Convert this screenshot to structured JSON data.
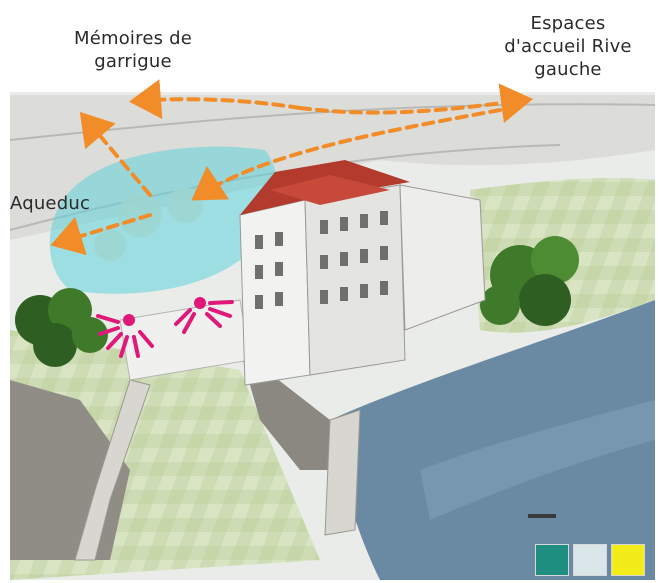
{
  "labels": {
    "memoires_line1": "Mémoires de",
    "memoires_line2": "garrigue",
    "espaces_line1": "Espaces",
    "espaces_line2": "d'accueil Rive",
    "espaces_line3": "gauche",
    "aqueduc": "Aqueduc"
  },
  "colors": {
    "arrow": "#f28c28",
    "focus_zone": "#5fd3dc",
    "viewpoint": "#e0187a",
    "roof": "#b23b2e",
    "river": "#5f7e97",
    "vegetation": "#3f7a2a"
  },
  "icons": {
    "badge_1": "accessibility-badge-icon",
    "badge_2": "heritage-badge-icon",
    "badge_3": "wheelchair-badge-icon"
  }
}
